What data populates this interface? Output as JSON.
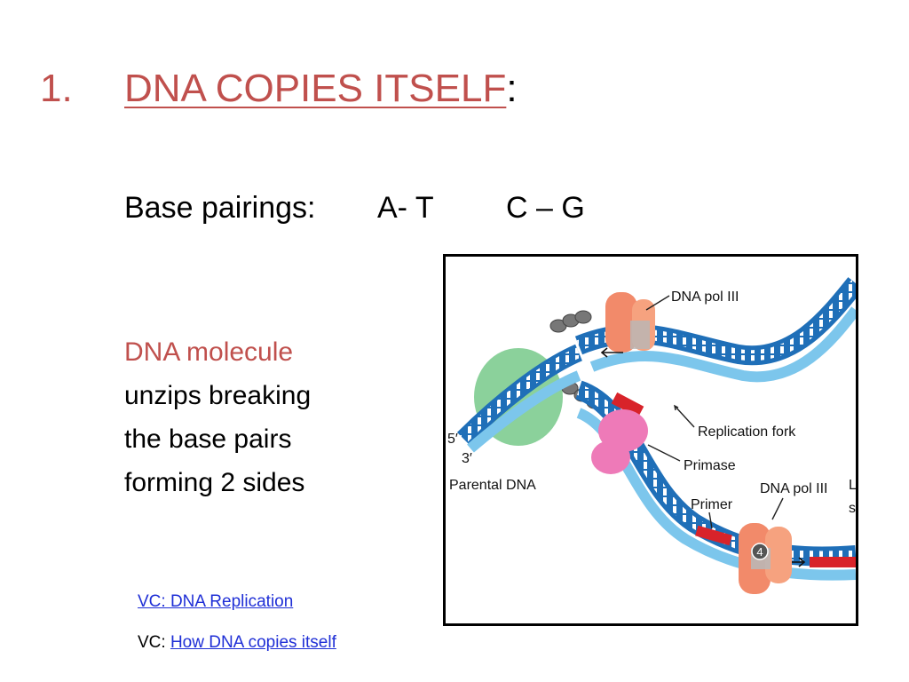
{
  "slide": {
    "title_number": "1.",
    "title_text": "DNA COPIES ITSELF",
    "title_suffix": ":",
    "pairings": {
      "label": "Base pairings:",
      "pair_1": "A- T",
      "pair_2": "C – G"
    },
    "body": {
      "accent": "DNA molecule",
      "line_2": "unzips breaking",
      "line_3": "the base pairs",
      "line_4": "forming 2 sides"
    },
    "links": {
      "link_1": "VC: DNA Replication",
      "link_2_prefix": "VC: ",
      "link_2": "How DNA copies itself"
    },
    "figure": {
      "labels": {
        "dna_pol_top": "DNA pol III",
        "replication_fork": "Replication fork",
        "primase": "Primase",
        "five_prime": "5′",
        "three_prime": "3′",
        "parental_dna": "Parental DNA",
        "primer": "Primer",
        "dna_pol_bottom": "DNA pol III",
        "edge_letters_1": "L",
        "edge_letters_2": "s",
        "marker": "4"
      }
    },
    "colors": {
      "accent": "#c0504d",
      "link": "#1f2fd6",
      "strand_dark": "#1f6fb8",
      "strand_light": "#7cc6ec",
      "polymerase": "#f28a6a",
      "helicase": "#77c98a",
      "primase": "#ee7ab8",
      "primer": "#d8232a"
    }
  }
}
